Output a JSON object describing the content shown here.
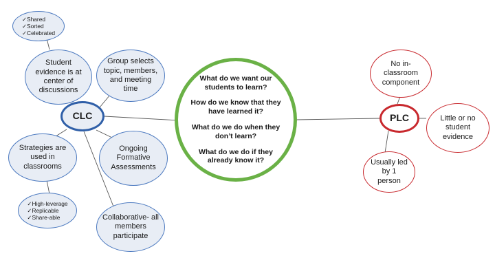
{
  "center": {
    "questions": [
      "What do we want our students to learn?",
      "How do we know that they have learned it?",
      "What do we do when they don’t learn?",
      "What do we do if they already know it?"
    ]
  },
  "clc": {
    "label": "CLC",
    "nodes": {
      "evidence": "Student evidence is at center of discussions",
      "group": "Group selects topic, members, and meeting time",
      "strategies": "Strategies are used in classrooms",
      "ongoing": "Ongoing Formative Assessments",
      "collab": "Collaborative- all members participate"
    },
    "evidence_checks": [
      "Shared",
      "Sorted",
      "Celebrated"
    ],
    "strategy_checks": [
      "High-leverage",
      "Replicable",
      "Share-able"
    ]
  },
  "plc": {
    "label": "PLC",
    "nodes": {
      "no_classroom": "No in-classroom component",
      "little": "Little or no student evidence",
      "led": "Usually led by 1 person"
    }
  },
  "colors": {
    "blue_border": "#4a78bf",
    "blue_fill": "#e8edf5",
    "red": "#c8282d",
    "green": "#6ab146"
  }
}
